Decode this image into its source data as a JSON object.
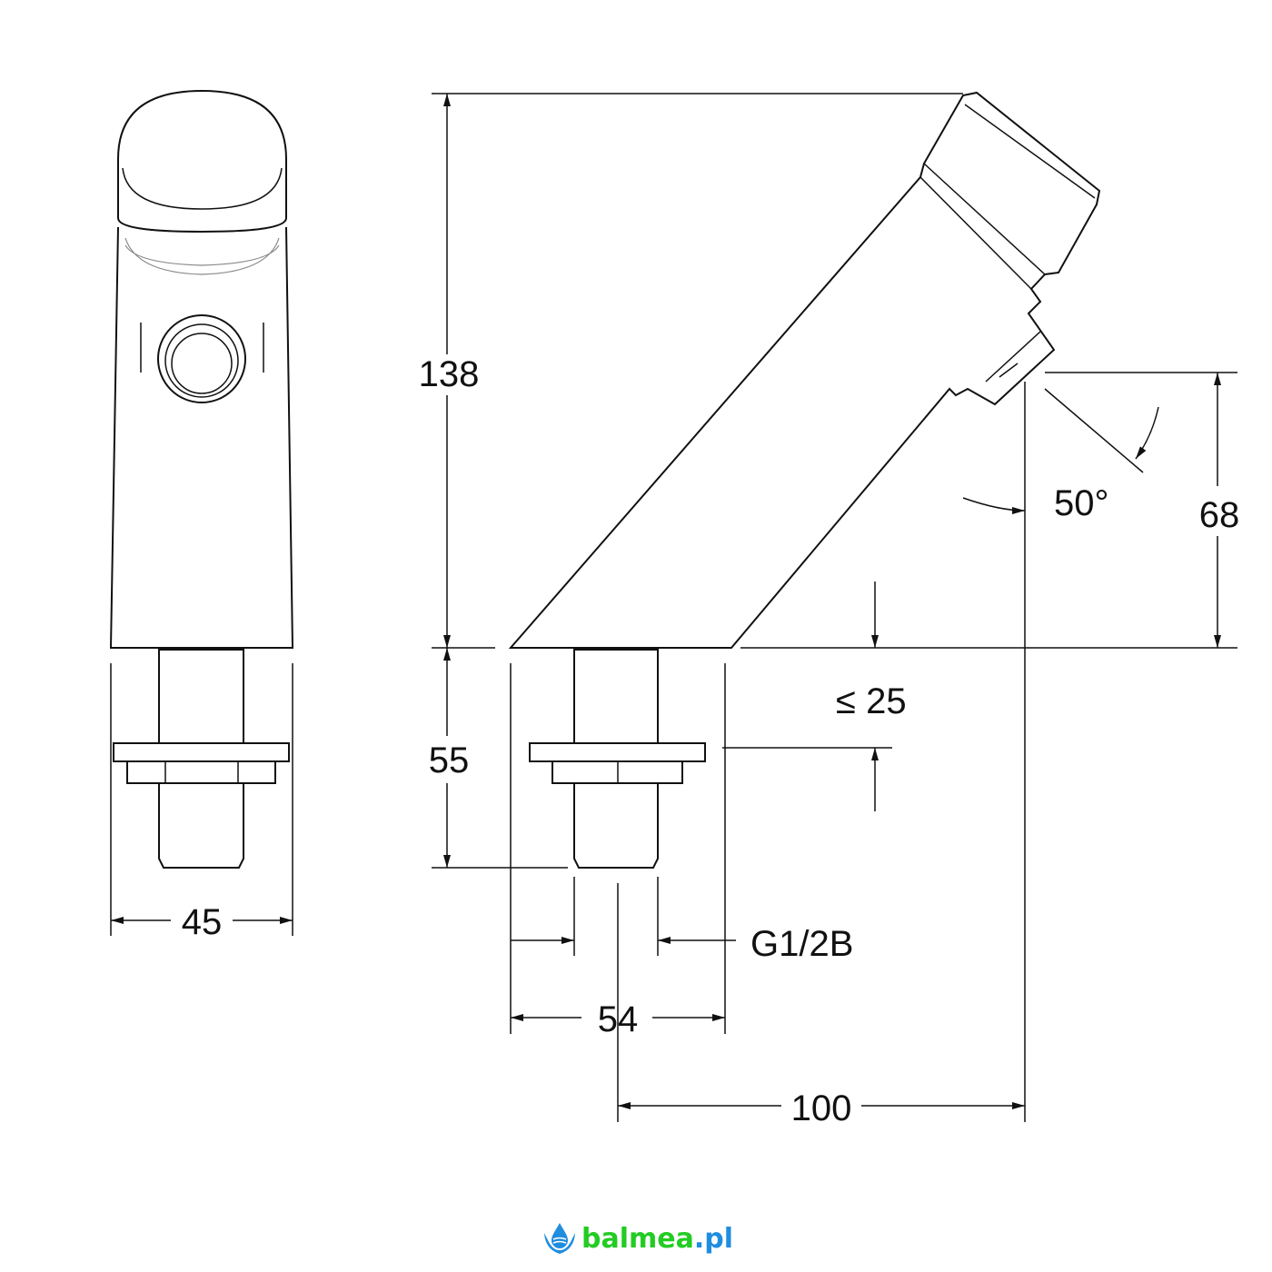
{
  "dimensions": {
    "height_total": "138",
    "spout_height": "68",
    "shank_length": "55",
    "deck_thickness": "≤ 25",
    "angle": "50°",
    "width_front": "45",
    "base_width": "54",
    "reach": "100",
    "thread": "G1/2B"
  },
  "logo": {
    "name": "balmea",
    "tld": ".pl"
  },
  "colors": {
    "logo_green": "#22cc22",
    "logo_blue": "#1f8de0"
  }
}
